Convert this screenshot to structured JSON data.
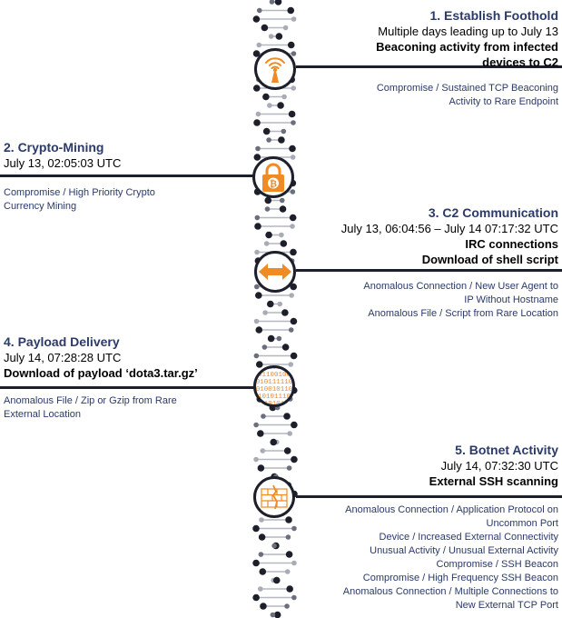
{
  "accent_color": "#f08a24",
  "text_navy": "#2b3a67",
  "line_color": "#1d1f2a",
  "stages": [
    {
      "title": "1. Establish Foothold",
      "date": "Multiple days leading up to July 13",
      "descriptions": [
        "Beaconing activity from infected",
        "devices to C2"
      ],
      "models": [
        "Compromise / Sustained TCP Beaconing",
        "Activity to Rare Endpoint"
      ],
      "icon": "antenna-icon"
    },
    {
      "title": "2. Crypto-Mining",
      "date": "July 13, 02:05:03 UTC",
      "descriptions": [],
      "models": [
        "Compromise / High Priority Crypto",
        "Currency Mining"
      ],
      "icon": "bitcoin-lock-icon"
    },
    {
      "title": "3. C2 Communication",
      "date": "July 13, 06:04:56 – July 14 07:17:32 UTC",
      "descriptions": [
        "IRC connections",
        "Download of shell script"
      ],
      "models": [
        "Anomalous Connection / New User Agent to",
        "IP Without Hostname",
        "Anomalous File / Script from Rare Location"
      ],
      "icon": "double-arrow-icon"
    },
    {
      "title": "4. Payload Delivery",
      "date": "July 14, 07:28:28 UTC",
      "descriptions": [
        "Download of payload ‘dota3.tar.gz’"
      ],
      "models": [
        "Anomalous File / Zip or Gzip from Rare",
        "External Location"
      ],
      "icon": "binary-magnifier-icon",
      "binary_lines": [
        "101100101",
        "1011001000",
        "10101111100",
        "00100101100",
        "0101011101",
        "101010110"
      ]
    },
    {
      "title": "5. Botnet Activity",
      "date": "July 14, 07:32:30 UTC",
      "descriptions": [
        "External SSH scanning"
      ],
      "models": [
        "Anomalous Connection / Application Protocol on",
        "Uncommon Port",
        "Device / Increased External Connectivity",
        "Unusual Activity / Unusual External Activity",
        "Compromise / SSH Beacon",
        "Compromise / High Frequency SSH Beacon",
        "Anomalous Connection / Multiple Connections to",
        "New External TCP Port"
      ],
      "icon": "firewall-icon"
    }
  ]
}
